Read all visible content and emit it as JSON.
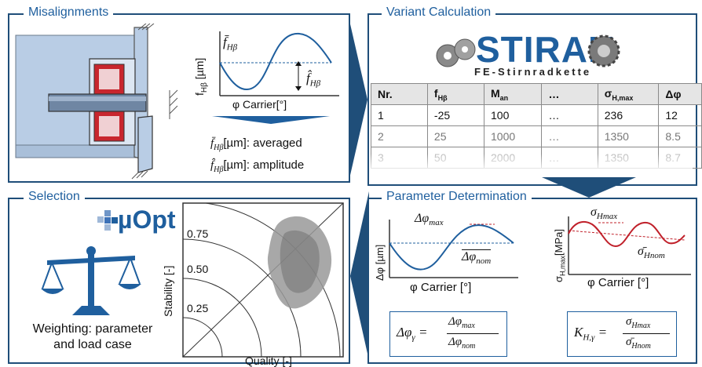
{
  "panels": {
    "misalignments": {
      "title": "Misalignments"
    },
    "variant": {
      "title": "Variant Calculation"
    },
    "selection": {
      "title": "Selection"
    },
    "parameter": {
      "title": "Parameter Determination"
    }
  },
  "misalign": {
    "ylabel": "f",
    "ylabel_sub": "Hβ",
    "ylabel_unit": " [µm]",
    "xlabel": "φ Carrier[°]",
    "avg_symbol": "f̄",
    "amp_symbol": "f̂",
    "hb_sub": "Hβ",
    "legend_avg": "[µm]: averaged",
    "legend_amp": "[µm]: amplitude"
  },
  "stirak": {
    "logo_text": "STIRAK",
    "subtitle": "FE-Stirnradkette"
  },
  "variant_table": {
    "headers": [
      "Nr.",
      "f",
      "M",
      "…",
      "σ",
      "Δφ"
    ],
    "header_subs": [
      "",
      "Hβ",
      "an",
      "",
      "H,max",
      ""
    ],
    "rows": [
      [
        "1",
        "-25",
        "100",
        "…",
        "236",
        "12"
      ],
      [
        "2",
        "25",
        "1000",
        "…",
        "1350",
        "8.5"
      ],
      [
        "3",
        "50",
        "2000",
        "…",
        "1350",
        "8.7"
      ]
    ]
  },
  "selection": {
    "logo_text": "µOpt",
    "weighting": "Weighting: parameter and load case",
    "ylabel": "Stability [-]",
    "xlabel": "Quality [-]",
    "ticks": [
      "0.75",
      "0.50",
      "0.25"
    ]
  },
  "param": {
    "left_ylabel": "Δφ [µm]",
    "left_xlabel": "φ Carrier [°]",
    "left_max": "Δφ",
    "left_max_sub": "max",
    "left_nom": "Δφ",
    "left_nom_sub": "nom",
    "right_ylabel": "σ",
    "right_ylabel_sub": "H,max",
    "right_ylabel_unit": "[MPa]",
    "right_xlabel": "φ Carrier [°]",
    "right_max": "σ",
    "right_max_sub": "Hmax",
    "right_nom": "σ̄",
    "right_nom_sub": "Hnom",
    "formula_left_lhs": "Δφ",
    "formula_left_lhs_sub": "γ",
    "formula_left_num": "Δφ",
    "formula_left_num_sub": "max",
    "formula_left_den": "Δφ",
    "formula_left_den_sub": "nom",
    "formula_right_lhs": "K",
    "formula_right_lhs_sub": "H,γ",
    "formula_right_num": "σ",
    "formula_right_num_sub": "Hmax",
    "formula_right_den": "σ̄",
    "formula_right_den_sub": "Hnom"
  },
  "colors": {
    "frame": "#1f4e79",
    "title": "#1f5f9e",
    "curve_blue": "#1f5f9e",
    "curve_red": "#c0202a"
  }
}
